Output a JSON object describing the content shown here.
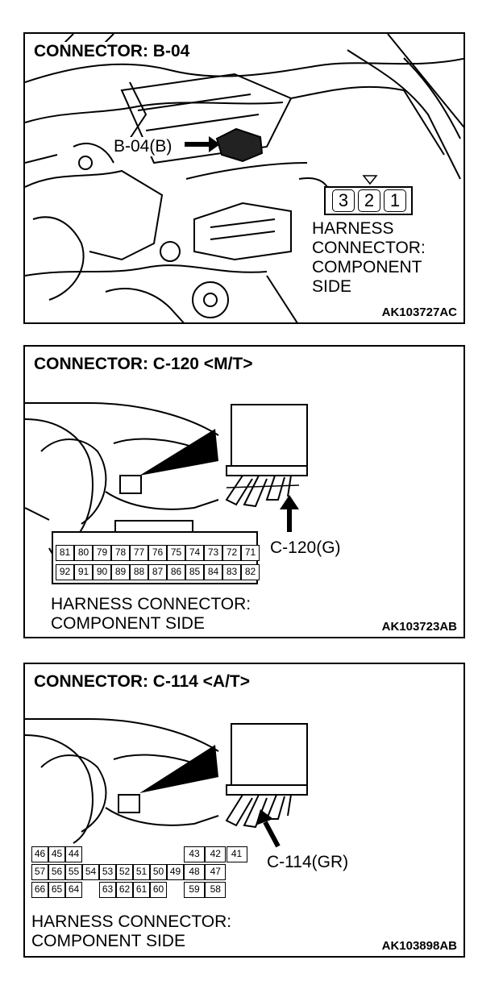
{
  "panels": [
    {
      "title": "CONNECTOR: B-04",
      "callout": "B-04(B)",
      "side_label": [
        "HARNESS",
        "CONNECTOR:",
        "COMPONENT",
        "SIDE"
      ],
      "pins": [
        "3",
        "2",
        "1"
      ],
      "code": "AK103727AC"
    },
    {
      "title": "CONNECTOR: C-120 <M/T>",
      "callout": "C-120(G)",
      "side_label": [
        "HARNESS CONNECTOR:",
        "COMPONENT SIDE"
      ],
      "pins_top": [
        "81",
        "80",
        "79",
        "78",
        "77",
        "76",
        "75",
        "74",
        "73",
        "72",
        "71"
      ],
      "pins_bottom": [
        "92",
        "91",
        "90",
        "89",
        "88",
        "87",
        "86",
        "85",
        "84",
        "83",
        "82"
      ],
      "code": "AK103723AB"
    },
    {
      "title": "CONNECTOR: C-114 <A/T>",
      "callout": "C-114(GR)",
      "side_label": [
        "HARNESS CONNECTOR:",
        "COMPONENT SIDE"
      ],
      "pins_row1": [
        "46",
        "45",
        "44",
        "43",
        "42",
        "41"
      ],
      "pins_row2": [
        "57",
        "56",
        "55",
        "54",
        "53",
        "52",
        "51",
        "50",
        "49",
        "48",
        "47"
      ],
      "pins_row3": [
        "66",
        "65",
        "64",
        "63",
        "62",
        "61",
        "60",
        "59",
        "58"
      ],
      "code": "AK103898AB"
    }
  ]
}
